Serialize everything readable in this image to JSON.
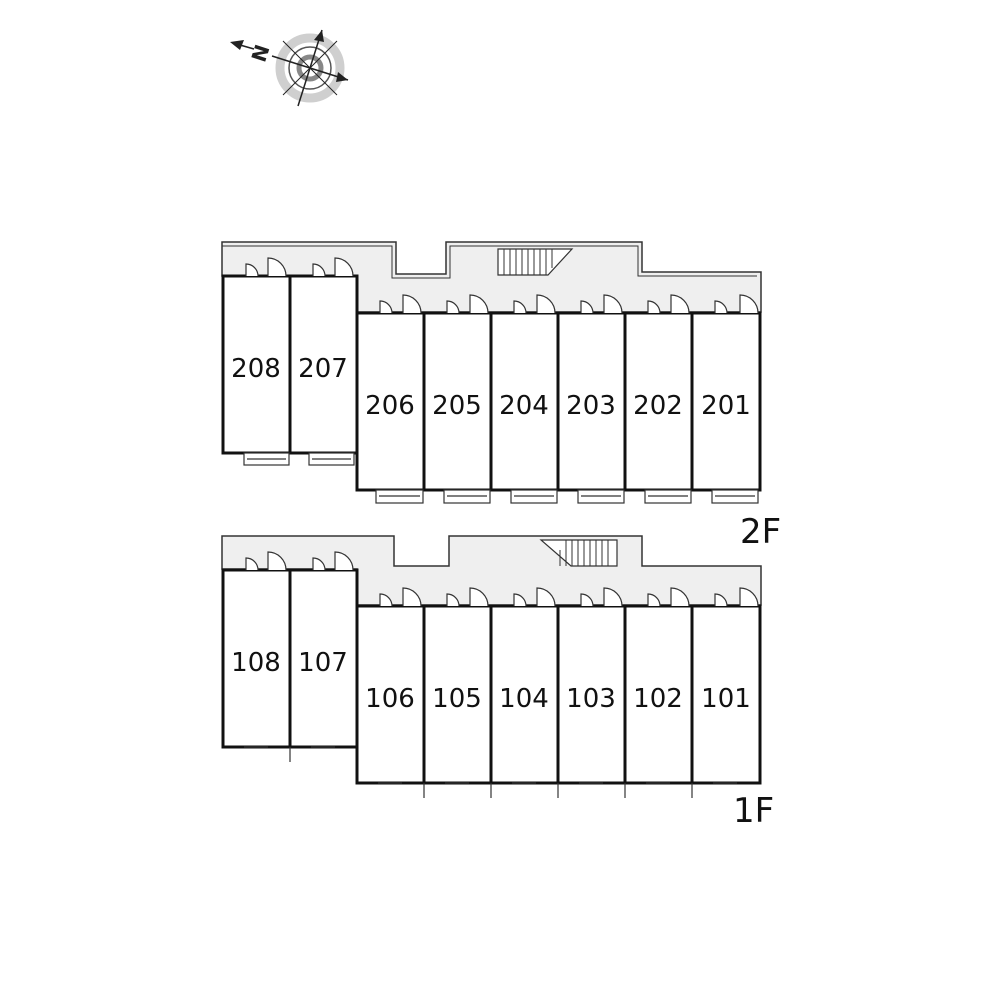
{
  "compass": {
    "north_label": "N",
    "icon": "compass-rose-icon"
  },
  "floors": [
    {
      "label": "2F",
      "units": [
        "208",
        "207",
        "206",
        "205",
        "204",
        "203",
        "202",
        "201"
      ]
    },
    {
      "label": "1F",
      "units": [
        "108",
        "107",
        "106",
        "105",
        "104",
        "103",
        "102",
        "101"
      ]
    }
  ],
  "colors": {
    "corridor": "#efefef",
    "wall": "#111111",
    "line": "#333333"
  }
}
